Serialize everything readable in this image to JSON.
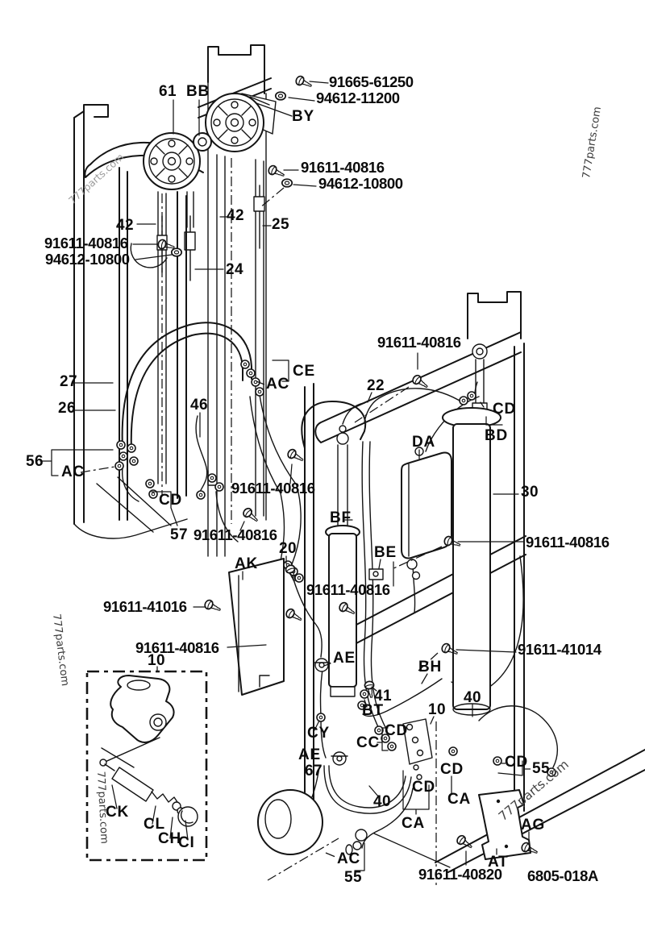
{
  "watermark": {
    "text": "777parts.com"
  },
  "footer": {
    "diagram_code": "6805-018A"
  },
  "parts": {
    "p91665_61250": "91665-61250",
    "p94612_11200": "94612-11200",
    "p91611_40816": "91611-40816",
    "p94612_10800": "94612-10800",
    "p91611_41016": "91611-41016",
    "p91611_41014": "91611-41014",
    "p91611_40820": "91611-40820"
  },
  "items": {
    "n10": "10",
    "n20": "20",
    "n22": "22",
    "n24": "24",
    "n25": "25",
    "n26": "26",
    "n27": "27",
    "n30": "30",
    "n40": "40",
    "n41": "41",
    "n42": "42",
    "n46": "46",
    "n55": "55",
    "n56": "56",
    "n57": "57",
    "n61": "61",
    "n67": "67"
  },
  "refs": {
    "AC": "AC",
    "AE": "AE",
    "AG": "AG",
    "AK": "AK",
    "AT": "AT",
    "BB": "BB",
    "BD": "BD",
    "BE": "BE",
    "BF": "BF",
    "BH": "BH",
    "BT": "BT",
    "BY": "BY",
    "CA": "CA",
    "CC": "CC",
    "CD": "CD",
    "CE": "CE",
    "CH": "CH",
    "CI": "CI",
    "CK": "CK",
    "CL": "CL",
    "CY": "CY",
    "DA": "DA"
  }
}
